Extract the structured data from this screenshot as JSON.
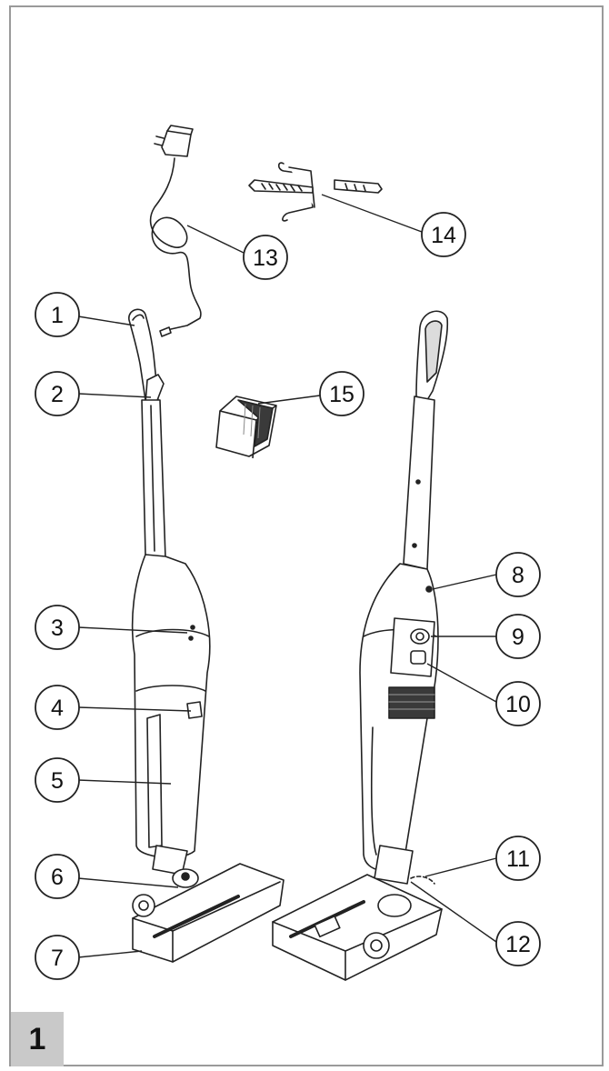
{
  "figure_number": "1",
  "callouts": [
    {
      "label": "1"
    },
    {
      "label": "2"
    },
    {
      "label": "3"
    },
    {
      "label": "4"
    },
    {
      "label": "5"
    },
    {
      "label": "6"
    },
    {
      "label": "7"
    },
    {
      "label": "8"
    },
    {
      "label": "9"
    },
    {
      "label": "10"
    },
    {
      "label": "11"
    },
    {
      "label": "12"
    },
    {
      "label": "13"
    },
    {
      "label": "14"
    },
    {
      "label": "15"
    }
  ],
  "colors": {
    "frame_border": "#9a9a9a",
    "tab_fill": "#c9c9c9",
    "line": "#222222"
  }
}
